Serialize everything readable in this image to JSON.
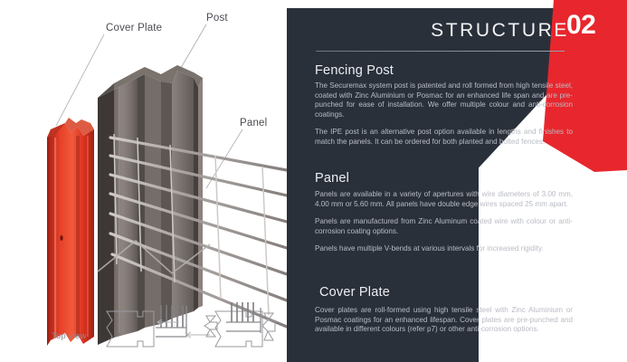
{
  "page": {
    "number": "02",
    "section_title": "STRUCTURE",
    "accent_red": "#e8262d",
    "panel_dark": "#2a303a",
    "text_body": "#b9bcc4"
  },
  "illustration": {
    "labels": {
      "cover_plate": "Cover Plate",
      "post": "Post",
      "panel": "Panel"
    },
    "topview_caption": "Top view",
    "icons": {
      "cover_plate_part": "red-cover-plate-profile",
      "post_part": "steel-post-profile",
      "panel_part": "wire-mesh-panel",
      "topview_left": "top-view-open-assembly-diagram",
      "topview_right": "top-view-closed-assembly-diagram"
    }
  },
  "sections": [
    {
      "id": "fencing-post",
      "heading": "Fencing Post",
      "paragraphs": [
        "The Securemax system post is patented and roll formed from high tensile steel, coated with Zinc Aluminium or Posmac for an enhanced life span and are pre-punched for ease of installation. We offer multiple colour and anti-corrosion coatings.",
        "The IPE post is an alternative post option available in lengths and finishes to match the panels. It can be ordered for both  planted and bolted fences."
      ]
    },
    {
      "id": "panel",
      "heading": "Panel",
      "paragraphs": [
        "Panels are available in a variety of apertures with wire diameters of 3.00 mm, 4.00 mm or 5.60 mm. All panels have double edge wires spaced 25 mm apart.",
        "Panels are manufactured from Zinc Aluminum coated wire with colour or anti-corrosion coating options.",
        "Panels have multiple V-bends at various intervals for increased rigidity."
      ]
    },
    {
      "id": "cover-plate",
      "heading": "Cover Plate",
      "paragraphs": [
        "Cover plates are roll-formed using high tensile steel with Zinc Aluminium or Posmac coatings for an enhanced lifespan. Cover plates are pre-punched and available in different colours (refer p7) or other anti-corrosion options."
      ]
    }
  ]
}
